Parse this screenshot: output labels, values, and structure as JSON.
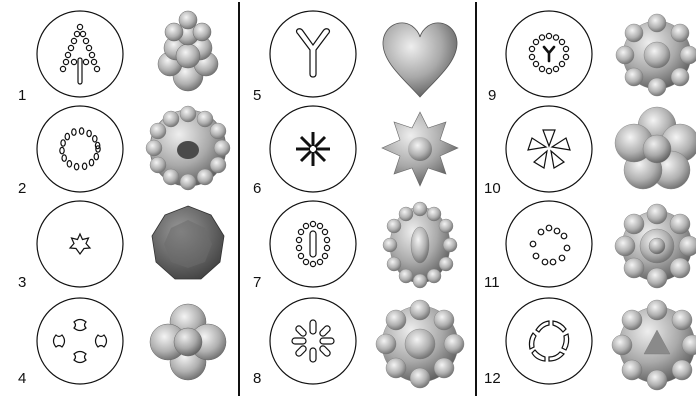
{
  "colors": {
    "ink": "#111111",
    "paper": "#ffffff",
    "shape_light": "#e8e8e8",
    "shape_mid": "#a9a9a9",
    "shape_dark": "#555555"
  },
  "items": [
    {
      "number": "1",
      "nozzle": "tree-of-circles-icon",
      "shape": "tiered-cluster-shape"
    },
    {
      "number": "2",
      "nozzle": "ring-of-ovals-icon",
      "shape": "ruffled-ring-shape"
    },
    {
      "number": "3",
      "nozzle": "star-icon",
      "shape": "heptagon-shape"
    },
    {
      "number": "4",
      "nozzle": "four-lobed-cross-icon",
      "shape": "quatrefoil-shape"
    },
    {
      "number": "5",
      "nozzle": "y-shape-icon",
      "shape": "heart-shape"
    },
    {
      "number": "6",
      "nozzle": "radiating-lines-icon",
      "shape": "spiked-star-shape"
    },
    {
      "number": "7",
      "nozzle": "oval-ring-with-bar-icon",
      "shape": "oval-rosette-shape"
    },
    {
      "number": "8",
      "nozzle": "radial-bars-icon",
      "shape": "domed-rosette-shape"
    },
    {
      "number": "9",
      "nozzle": "ring-with-y-center-icon",
      "shape": "flower-rosette-shape"
    },
    {
      "number": "10",
      "nozzle": "wedge-petals-icon",
      "shape": "lobed-flower-shape"
    },
    {
      "number": "11",
      "nozzle": "scattered-circles-icon",
      "shape": "double-flower-shape"
    },
    {
      "number": "12",
      "nozzle": "segmented-ring-icon",
      "shape": "crown-ring-shape"
    }
  ]
}
